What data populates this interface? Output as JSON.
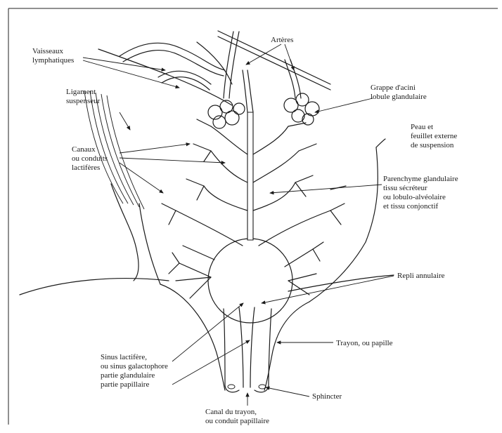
{
  "labels": {
    "vaisseaux": [
      "Vaisseaux",
      "lymphatiques"
    ],
    "arteres": [
      "Artères"
    ],
    "grappe": [
      "Grappe d'acini",
      "lobule glandulaire"
    ],
    "ligament": [
      "Ligament",
      "suspenseur"
    ],
    "peau": [
      "Peau et",
      "feuillet externe",
      "de suspension"
    ],
    "canaux": [
      "Canaux",
      "ou conduits",
      "lactifères"
    ],
    "parenchyme": [
      "Parenchyme glandulaire",
      "tissu sécréteur",
      "ou lobulo-alvéolaire",
      "et tissu conjonctif"
    ],
    "repli": [
      "Repli annulaire"
    ],
    "trayon": [
      "Trayon, ou papille"
    ],
    "sinus": [
      "Sinus lactifère,",
      "ou sinus galactophore",
      "partie glandulaire",
      "partie papillaire"
    ],
    "sphincter": [
      "Sphincter"
    ],
    "canal": [
      "Canal du trayon,",
      "ou conduit papillaire"
    ]
  }
}
